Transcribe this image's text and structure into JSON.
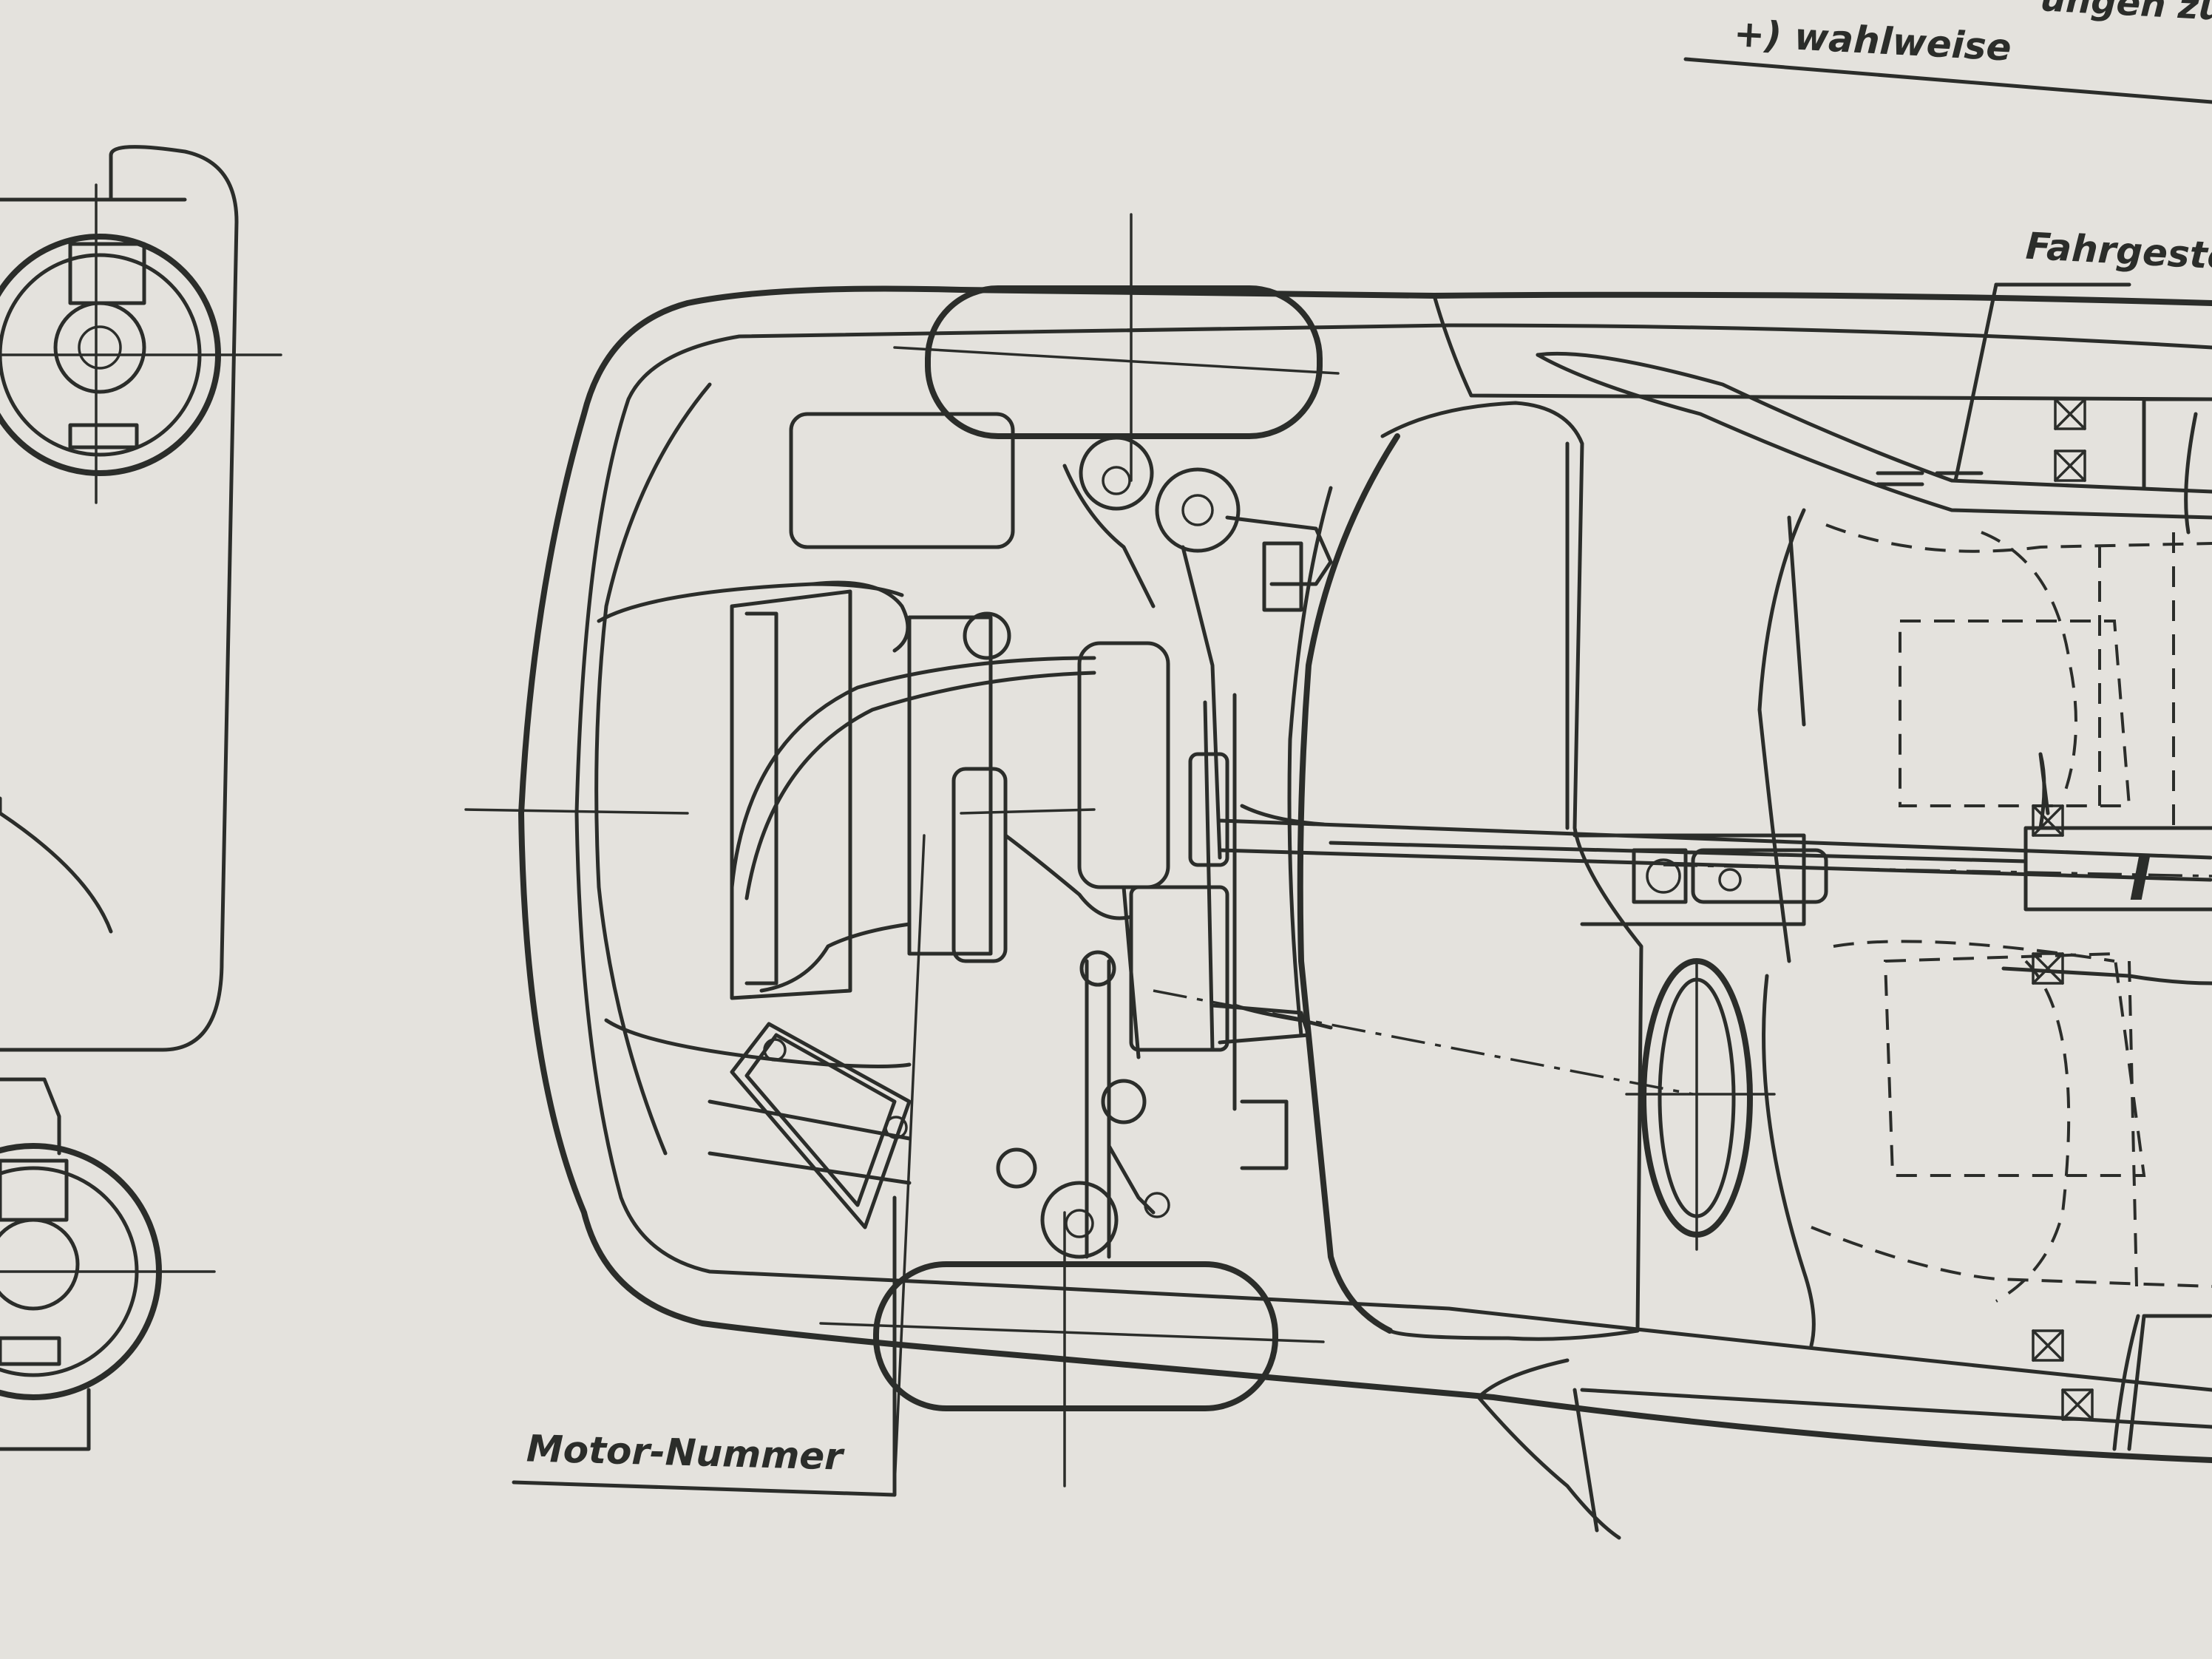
{
  "labels": {
    "top_fragment": "ungen zum",
    "optional_note": "+) wahlweise",
    "chassis_number": "Fahrgeste",
    "engine_number": "Motor-Nummer",
    "center_marker": "I"
  },
  "colors": {
    "paper": "#e4e2dd",
    "ink": "#2b2d2a"
  }
}
